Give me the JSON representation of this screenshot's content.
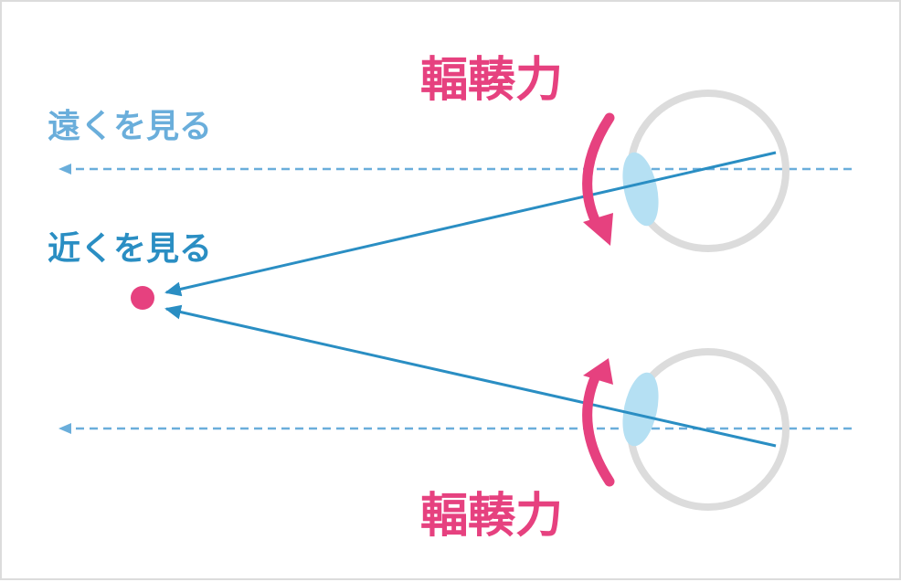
{
  "labels": {
    "far_view": "遠くを見る",
    "near_view": "近くを見る",
    "convergence_top": "輻輳力",
    "convergence_bottom": "輻輳力"
  },
  "colors": {
    "far_text": "#6aaedb",
    "near_text": "#2a8ec3",
    "far_line": "#6aaedb",
    "near_line": "#2a8ec3",
    "accent": "#e6417f",
    "eyeball": "#dcdcdc",
    "lens": "#b5e0f3",
    "border": "#dcdcdc"
  }
}
